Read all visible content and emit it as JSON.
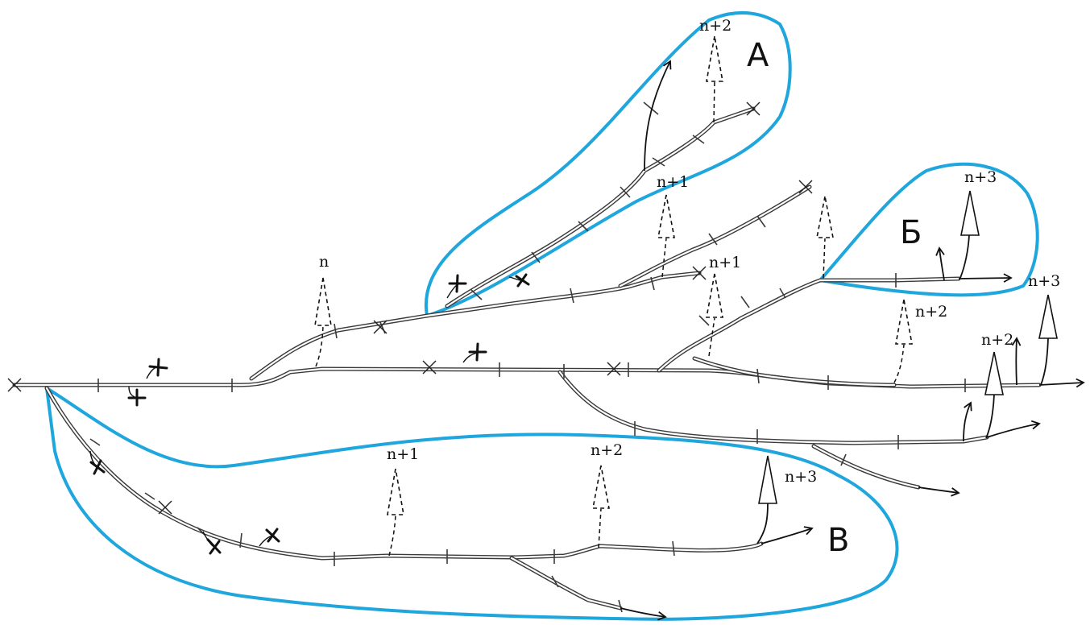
{
  "zones": {
    "a": "А",
    "b": "Б",
    "v": "В"
  },
  "labels": {
    "n": "n",
    "n1": "n+1",
    "n2": "n+2",
    "n3": "n+3"
  },
  "colors": {
    "zone_outline": "#1ea6dd",
    "branch": "#3a3a3a"
  }
}
